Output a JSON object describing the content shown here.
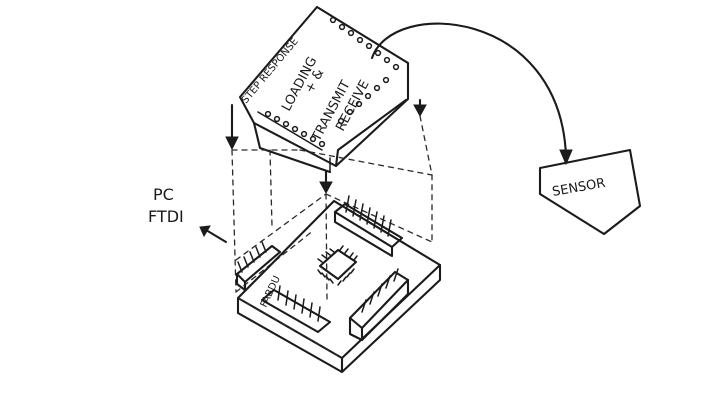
{
  "labels": {
    "pc": "PC",
    "ftdi": "FTDI",
    "sensor": "SENSOR",
    "step_response": "STEP RESPONSE",
    "loading": "LOADING",
    "plus_amp": "+ &",
    "transmit": "TRANSMIT",
    "receive": "RECEIVE",
    "fabduino": "FABDU"
  },
  "colors": {
    "ink": "#1b1b1b",
    "paper": "#ffffff"
  }
}
